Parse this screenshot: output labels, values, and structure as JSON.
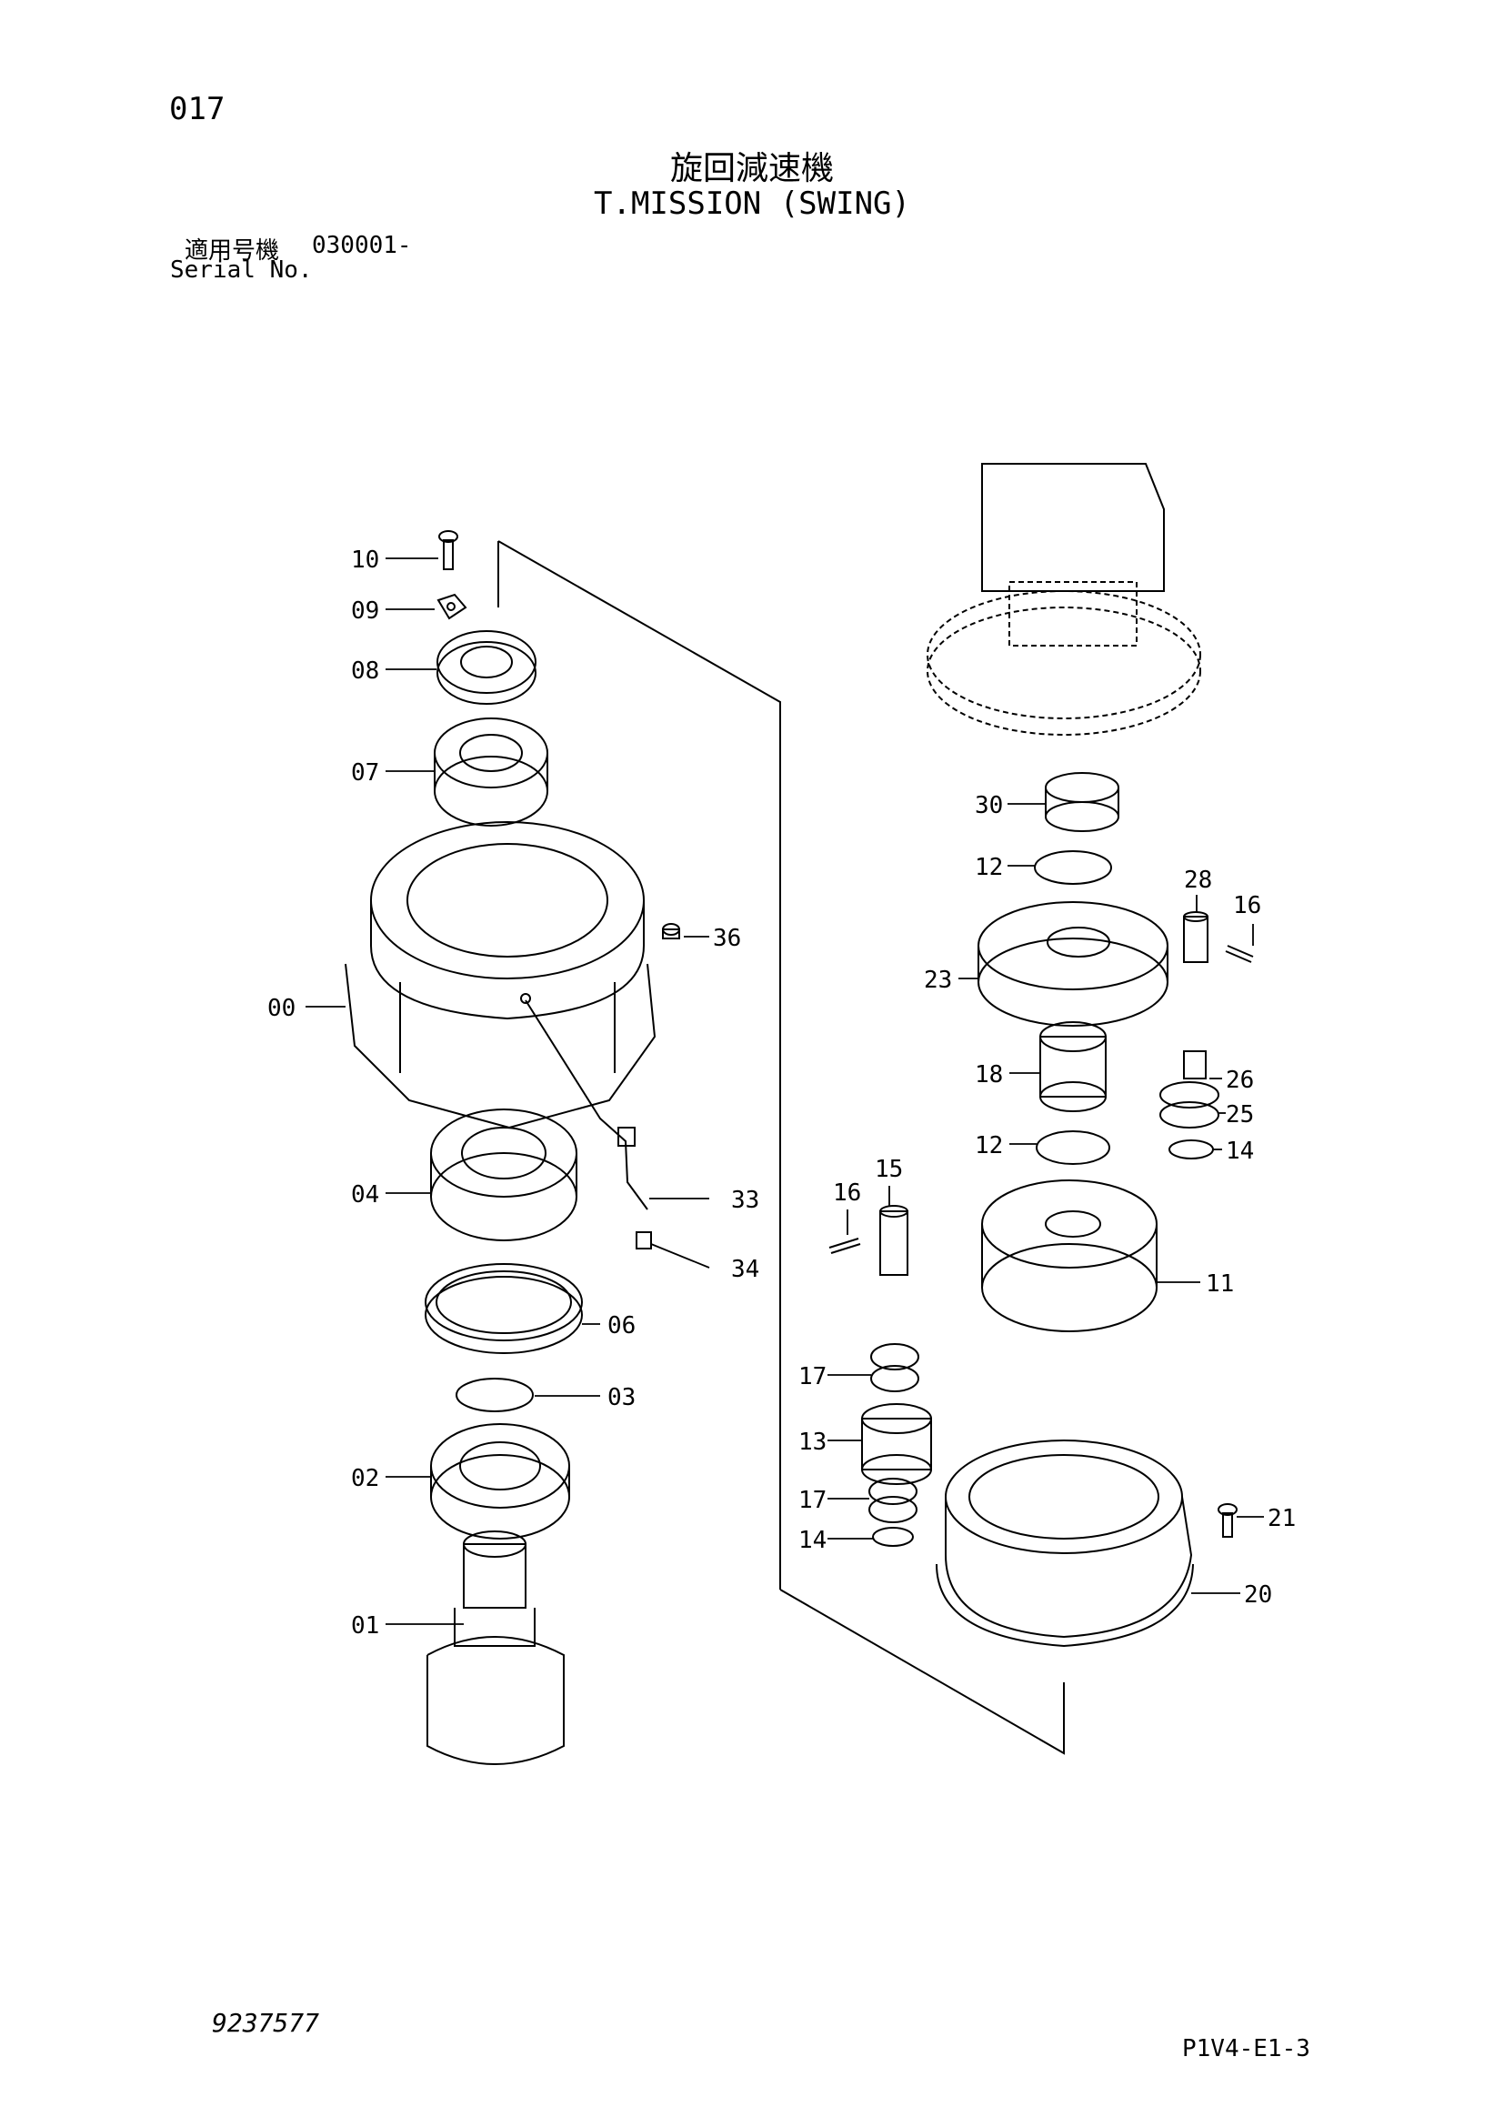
{
  "header": {
    "page_number": "017",
    "title_jp": "旋回減速機",
    "title_en": "T.MISSION (SWING)",
    "serial_label_jp": "適用号機",
    "serial_code": "030001-",
    "serial_label_en": "Serial No."
  },
  "footer": {
    "document_number": "9237577",
    "reference_code": "P1V4-E1-3"
  },
  "callouts": {
    "c10": "10",
    "c09": "09",
    "c08": "08",
    "c07": "07",
    "c00": "00",
    "c36": "36",
    "c04": "04",
    "c33": "33",
    "c34": "34",
    "c06": "06",
    "c03": "03",
    "c02": "02",
    "c01": "01",
    "c30": "30",
    "c12a": "12",
    "c28": "28",
    "c16a": "16",
    "c23": "23",
    "c26": "26",
    "c25": "25",
    "c18": "18",
    "c12b": "12",
    "c14a": "14",
    "c15": "15",
    "c16b": "16",
    "c11": "11",
    "c17a": "17",
    "c13": "13",
    "c17b": "17",
    "c14b": "14",
    "c21": "21",
    "c20": "20"
  }
}
